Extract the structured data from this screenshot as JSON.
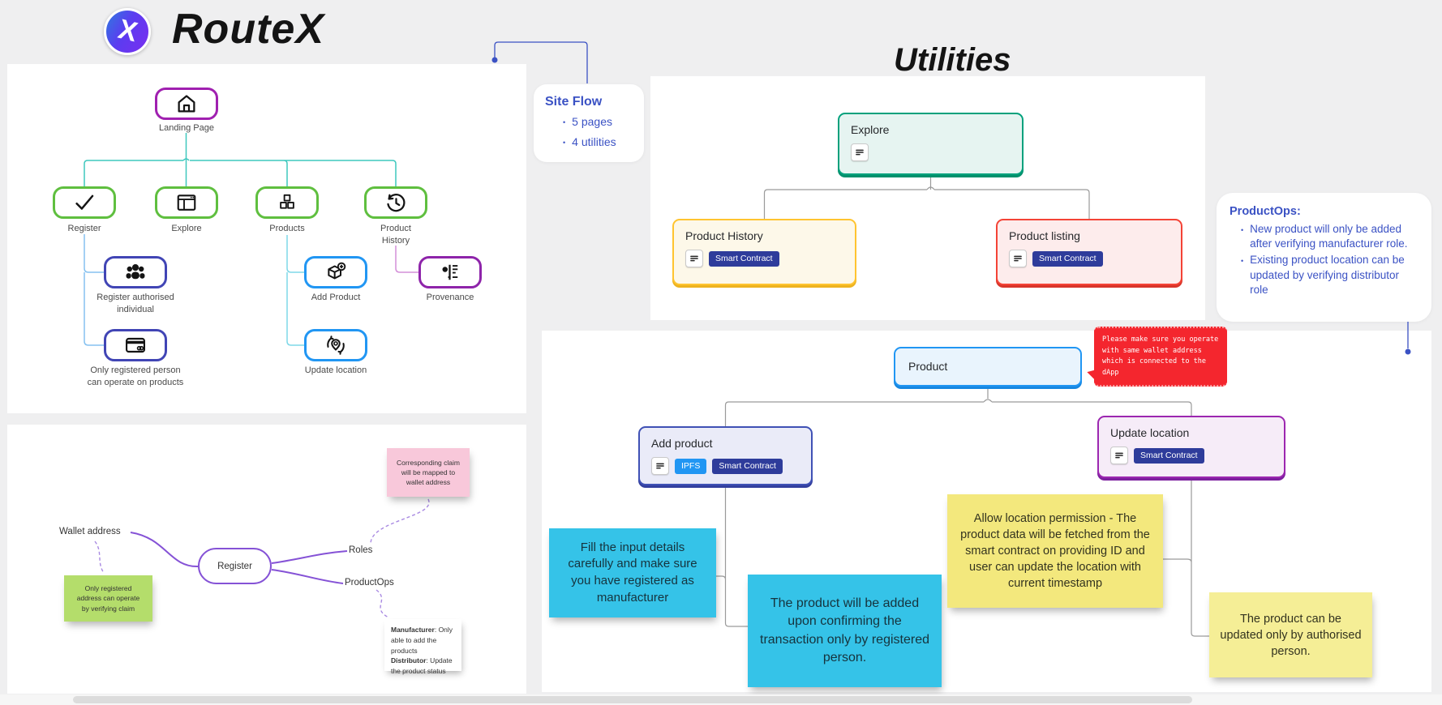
{
  "logo": {
    "text": "RouteX",
    "icon": "x-mark-logo-icon"
  },
  "site_flow_callout": {
    "title": "Site Flow",
    "items": [
      "5 pages",
      "4 utilities"
    ]
  },
  "site_flow": {
    "root": {
      "label": "Landing Page",
      "icon": "home-icon"
    },
    "pages": [
      {
        "label": "Register",
        "icon": "checkmark-icon"
      },
      {
        "label": "Explore",
        "icon": "browser-window-icon"
      },
      {
        "label": "Products",
        "icon": "cubes-icon"
      },
      {
        "label": "Product History",
        "icon": "history-clock-icon"
      }
    ],
    "subpages": [
      {
        "label": "Register authorised individual",
        "icon": "people-group-icon"
      },
      {
        "label": "Only registered person can operate on products",
        "icon": "credit-card-icon"
      },
      {
        "label": "Add Product",
        "icon": "cube-plus-icon"
      },
      {
        "label": "Update location",
        "icon": "location-sync-icon"
      },
      {
        "label": "Provenance",
        "icon": "timeline-icon"
      }
    ]
  },
  "utilities": {
    "title": "Utilities",
    "explore": {
      "title": "Explore",
      "icon": "note-lines-icon"
    },
    "product_history": {
      "title": "Product History",
      "icon": "note-lines-icon",
      "badge": "Smart Contract"
    },
    "product_listing": {
      "title": "Product listing",
      "icon": "note-lines-icon",
      "badge": "Smart Contract"
    }
  },
  "productops_callout": {
    "title": "ProductOps:",
    "items": [
      "New product will only be added after verifying manufacturer role.",
      "Existing product location can be updated by verifying distributor role"
    ]
  },
  "product_flow": {
    "root": {
      "title": "Product"
    },
    "warning_tooltip": "Please make sure you operate with same wallet address which is connected to the dApp",
    "add_product": {
      "title": "Add product",
      "icon": "note-lines-icon",
      "badges": [
        "IPFS",
        "Smart Contract"
      ]
    },
    "update_location": {
      "title": "Update location",
      "icon": "note-lines-icon",
      "badges": [
        "Smart Contract"
      ]
    },
    "sticky_notes": [
      {
        "color": "#35c3e8",
        "text": "Fill the input details carefully and make sure you have registered as manufacturer"
      },
      {
        "color": "#35c3e8",
        "text": "The product will be added upon confirming the transaction only by registered person."
      },
      {
        "color": "#f3e87d",
        "text": "Allow location permission - The product data will be fetched from the smart contract on providing ID and user can update the location with current timestamp"
      },
      {
        "color": "#f5ee96",
        "text": "The product can be updated only by authorised person."
      }
    ]
  },
  "register_map": {
    "center": "Register",
    "branch_wallet": "Wallet address",
    "branch_roles": "Roles",
    "branch_productops": "ProductOps",
    "pink_note": "Corresponding claim will be mapped to wallet address",
    "green_note": "Only registered address can operate by verifying claim",
    "roles_note": {
      "manufacturer_label": "Manufacturer",
      "manufacturer_text": ": Only able to add the products",
      "distributor_label": "Distributor",
      "distributor_text": ": Update the product status"
    }
  },
  "colors": {
    "accent_blue": "#3b52c4",
    "badge_indigo": "#2e3c9b",
    "badge_blue": "#2196f3",
    "warning_red": "#f4262e",
    "teal_connector": "#3fc8be",
    "green_page_border": "#5fbf3f",
    "purple_root_border": "#a020b0",
    "sticky_cyan": "#35c3e8",
    "sticky_yellow": "#f3e87d",
    "sticky_green": "#b4dd6b",
    "sticky_pink": "#f8c8da"
  }
}
